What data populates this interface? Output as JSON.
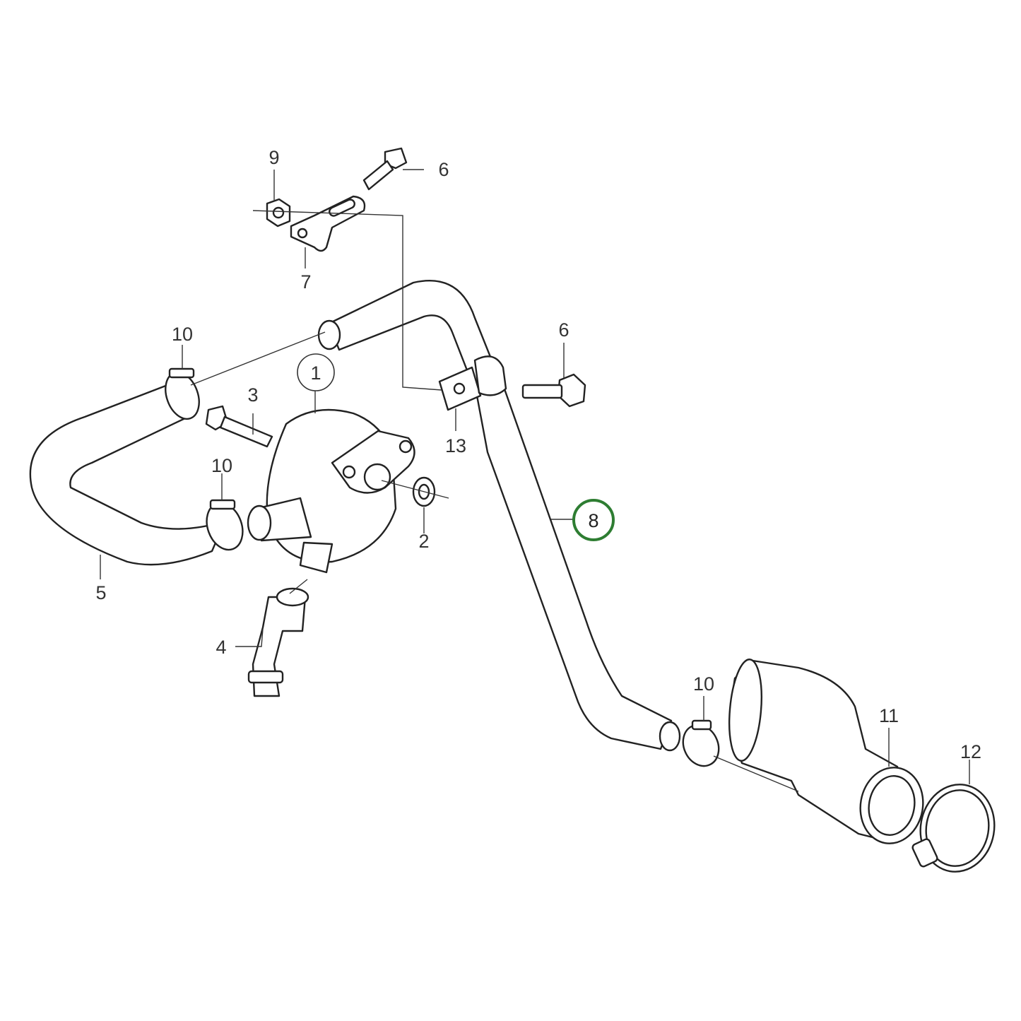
{
  "highlight_color": "#2e7d32",
  "callouts": {
    "c1": "1",
    "c2": "2",
    "c3": "3",
    "c4": "4",
    "c5": "5",
    "c6a": "6",
    "c6b": "6",
    "c7": "7",
    "c8": "8",
    "c9": "9",
    "c10a": "10",
    "c10b": "10",
    "c10c": "10",
    "c11": "11",
    "c12": "12",
    "c13": "13"
  },
  "highlighted_part": "8"
}
